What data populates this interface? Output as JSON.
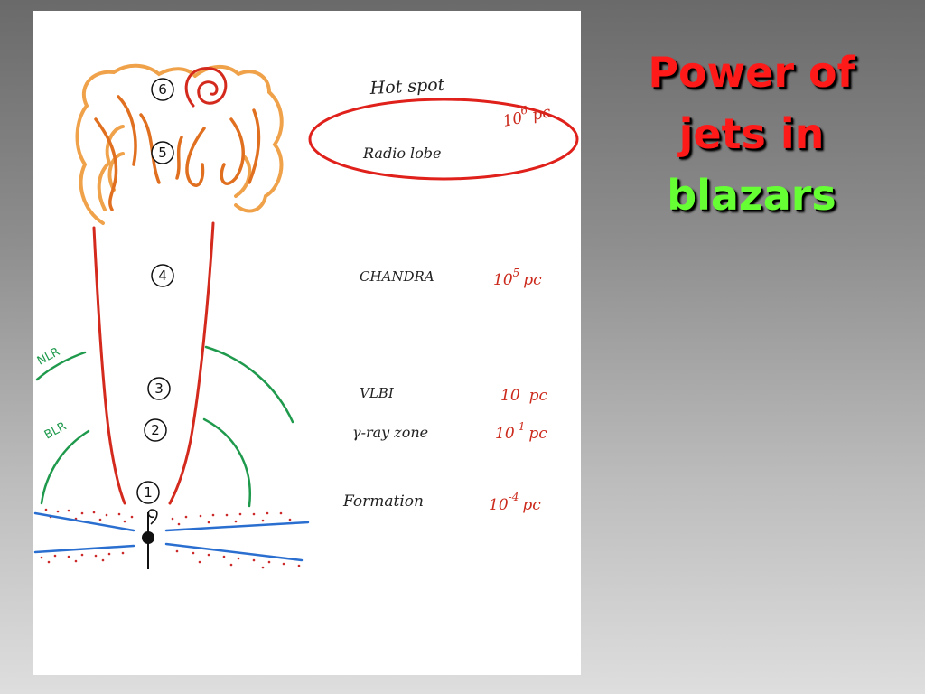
{
  "title": {
    "line1": "Power of",
    "line2": "jets in",
    "line3": "blazars",
    "colors": {
      "red": "#ff1a1a",
      "green": "#66ff33"
    }
  },
  "diagram": {
    "markers": [
      "1",
      "2",
      "3",
      "4",
      "5",
      "6"
    ],
    "regions": {
      "nlr": "NLR",
      "blr": "BLR"
    },
    "labels": {
      "hot_spot": "Hot spot",
      "radio_lobe": "Radio lobe",
      "chandra": "CHANDRA",
      "vlbi": "VLBI",
      "gamma_zone": "γ-ray zone",
      "formation": "Formation"
    },
    "distances": {
      "lobe": {
        "base": "10",
        "exp": "6",
        "unit": "pc"
      },
      "chandra": {
        "base": "10",
        "exp": "5",
        "unit": "pc"
      },
      "vlbi": {
        "base": "10",
        "exp": "",
        "unit": "pc"
      },
      "gamma": {
        "base": "10",
        "exp": "-1",
        "unit": "pc"
      },
      "formation": {
        "base": "10",
        "exp": "-4",
        "unit": "pc"
      }
    },
    "colors": {
      "jet": "#d42a1e",
      "lobe": "#f0a24a",
      "lobe_dark": "#e07020",
      "region": "#1f9a4d",
      "disk": "#2a6fd0",
      "ellipse": "#e0201a"
    }
  }
}
